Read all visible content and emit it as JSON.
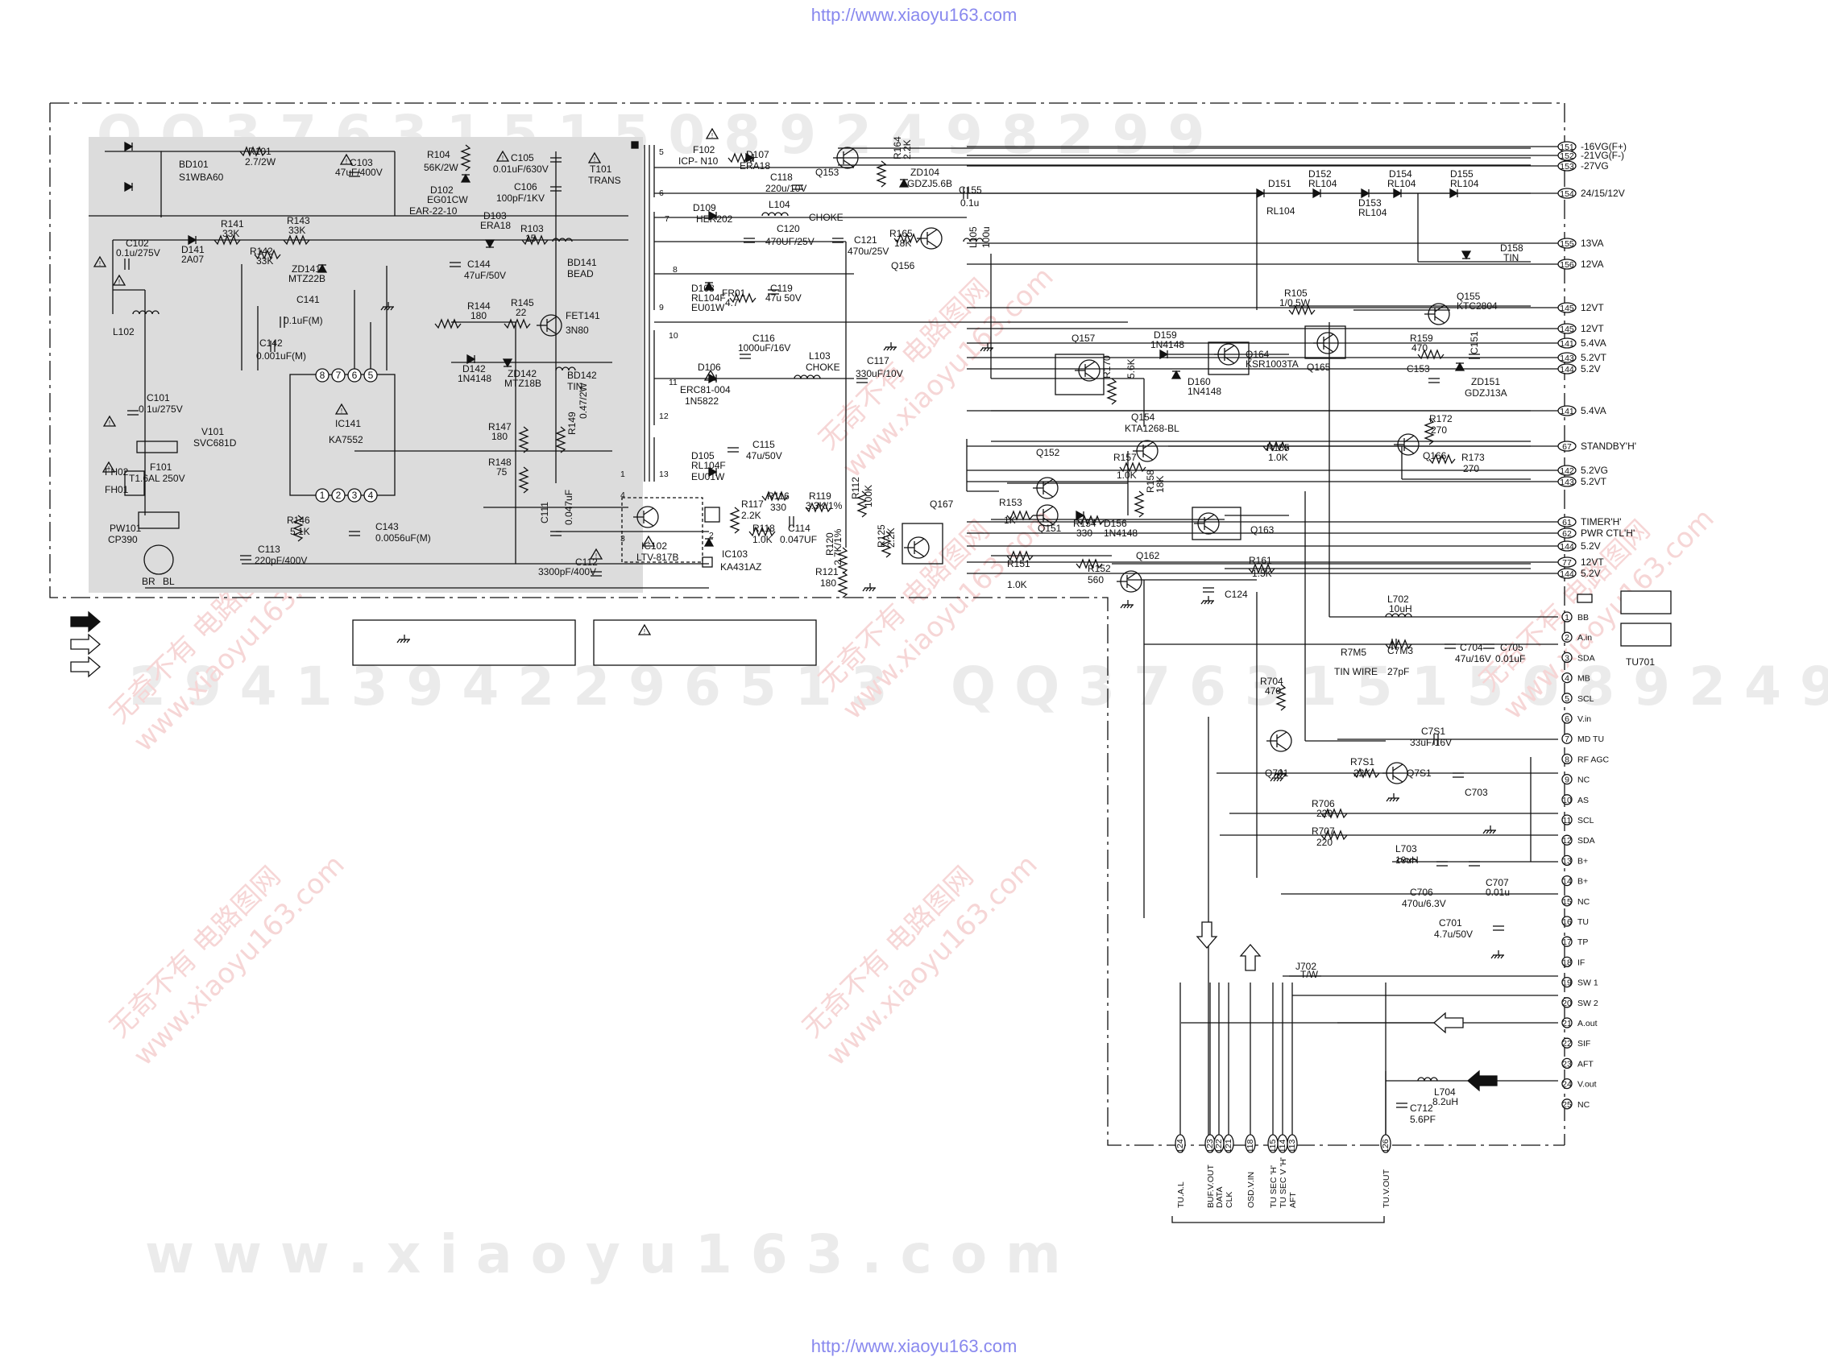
{
  "header_url": "http://www.xiaoyu163.com",
  "footer_url": "http://www.xiaoyu163.com",
  "watermarks": {
    "number_top": "Q Q  3 7 6 3 1 5 1 5 0     8 9 2 4 9 8 2 9 9",
    "number_mid": "2 9 4 1 3 9 4 2 2 9 6 5 1 3",
    "site_bottom": "w w w . x i a o y u 1 6 3 . c o m",
    "stamp_1": "无奇不有 电路图网",
    "stamp_2": "www.xiaoyu163.com"
  },
  "tuner": {
    "name": "TU701"
  },
  "power_components": [
    {
      "id": "bd101",
      "text": "BD101"
    },
    {
      "id": "bd101v",
      "text": "S1WBA60"
    },
    {
      "id": "r101",
      "text": "R101"
    },
    {
      "id": "r101v",
      "text": "2.7/2W"
    },
    {
      "id": "c103",
      "text": "C103"
    },
    {
      "id": "c103v",
      "text": "47uF/400V"
    },
    {
      "id": "r104",
      "text": "R104"
    },
    {
      "id": "r104v",
      "text": "56K/2W"
    },
    {
      "id": "c105",
      "text": "C105"
    },
    {
      "id": "c105v",
      "text": "0.01uF/630V"
    },
    {
      "id": "d102",
      "text": "D102"
    },
    {
      "id": "d102v",
      "text": "EG01CW"
    },
    {
      "id": "c106",
      "text": "C106"
    },
    {
      "id": "c106v",
      "text": "100pF/1KV"
    },
    {
      "id": "ear",
      "text": "EAR-22-10"
    },
    {
      "id": "t101",
      "text": "T101"
    },
    {
      "id": "t101v",
      "text": "TRANS"
    },
    {
      "id": "r141",
      "text": "R141"
    },
    {
      "id": "r141v",
      "text": "33K"
    },
    {
      "id": "r143",
      "text": "R143"
    },
    {
      "id": "r143v",
      "text": "33K"
    },
    {
      "id": "d103",
      "text": "D103"
    },
    {
      "id": "d103v",
      "text": "ERA18"
    },
    {
      "id": "r103",
      "text": "R103"
    },
    {
      "id": "r103v",
      "text": "15"
    },
    {
      "id": "c102",
      "text": "C102"
    },
    {
      "id": "c102v",
      "text": "0.1u/275V"
    },
    {
      "id": "d141",
      "text": "D141"
    },
    {
      "id": "d141v",
      "text": "2A07"
    },
    {
      "id": "r142",
      "text": "R142"
    },
    {
      "id": "r142v",
      "text": "33K"
    },
    {
      "id": "zd141",
      "text": "ZD141"
    },
    {
      "id": "zd141v",
      "text": "MTZ22B"
    },
    {
      "id": "c144",
      "text": "C144"
    },
    {
      "id": "c144v",
      "text": "47uF/50V"
    },
    {
      "id": "bd141",
      "text": "BD141"
    },
    {
      "id": "bd141v",
      "text": "BEAD"
    },
    {
      "id": "c141",
      "text": "C141"
    },
    {
      "id": "c141v",
      "text": "0.1uF(M)"
    },
    {
      "id": "r144",
      "text": "R144"
    },
    {
      "id": "r144v",
      "text": "180"
    },
    {
      "id": "r145",
      "text": "R145"
    },
    {
      "id": "r145v",
      "text": "22"
    },
    {
      "id": "fet141",
      "text": "FET141"
    },
    {
      "id": "fet141v",
      "text": "3N80"
    },
    {
      "id": "c142",
      "text": "C142"
    },
    {
      "id": "c142v",
      "text": "0.001uF(M)"
    },
    {
      "id": "l102",
      "text": "L102"
    },
    {
      "id": "d142",
      "text": "D142"
    },
    {
      "id": "d142v",
      "text": "1N4148"
    },
    {
      "id": "zd142",
      "text": "ZD142"
    },
    {
      "id": "zd142v",
      "text": "MTZ18B"
    },
    {
      "id": "bd142",
      "text": "BD142"
    },
    {
      "id": "bd142v",
      "text": "TIN"
    },
    {
      "id": "ic141",
      "text": "IC141"
    },
    {
      "id": "ic141v",
      "text": "KA7552"
    },
    {
      "id": "c101",
      "text": "C101"
    },
    {
      "id": "c101v",
      "text": "0.1u/275V"
    },
    {
      "id": "v101",
      "text": "V101"
    },
    {
      "id": "v101v",
      "text": "SVC681D"
    },
    {
      "id": "r147",
      "text": "R147"
    },
    {
      "id": "r147v",
      "text": "180"
    },
    {
      "id": "r149",
      "text": "R149"
    },
    {
      "id": "r149v",
      "text": "0.47/2W"
    },
    {
      "id": "f101",
      "text": "F101"
    },
    {
      "id": "f101v",
      "text": "T1.6AL  250V"
    },
    {
      "id": "fh02",
      "text": "FH02"
    },
    {
      "id": "fh01",
      "text": "FH01"
    },
    {
      "id": "r148",
      "text": "R148"
    },
    {
      "id": "r148v",
      "text": "75"
    },
    {
      "id": "r146",
      "text": "R146"
    },
    {
      "id": "r146v",
      "text": "5.1K"
    },
    {
      "id": "c143",
      "text": "C143"
    },
    {
      "id": "c143v",
      "text": "0.0056uF(M)"
    },
    {
      "id": "c111",
      "text": "C111"
    },
    {
      "id": "c111v",
      "text": "0.047uF"
    },
    {
      "id": "pw101",
      "text": "PW101"
    },
    {
      "id": "pw101v",
      "text": "CP390"
    },
    {
      "id": "c113",
      "text": "C113"
    },
    {
      "id": "c113v",
      "text": "220pF/400V"
    },
    {
      "id": "c112",
      "text": "C112"
    },
    {
      "id": "c112v",
      "text": "3300pF/400V"
    },
    {
      "id": "ic102",
      "text": "IC102"
    },
    {
      "id": "ic102v",
      "text": "LTV-817B"
    },
    {
      "id": "br",
      "text": "BR"
    },
    {
      "id": "bl",
      "text": "BL"
    }
  ],
  "ic141_pins": [
    "8",
    "7",
    "6",
    "5",
    "1",
    "2",
    "3",
    "4"
  ],
  "secondary_components": [
    {
      "id": "f102",
      "text": "F102"
    },
    {
      "id": "f102v",
      "text": "ICP- N10"
    },
    {
      "id": "d107",
      "text": "D107"
    },
    {
      "id": "d107v",
      "text": "ERA18"
    },
    {
      "id": "q153",
      "text": "Q153"
    },
    {
      "id": "r164",
      "text": "R164"
    },
    {
      "id": "r164v",
      "text": "2.2K"
    },
    {
      "id": "c118",
      "text": "C118"
    },
    {
      "id": "c118v",
      "text": "220u/10V"
    },
    {
      "id": "zd104",
      "text": "ZD104"
    },
    {
      "id": "zd104v",
      "text": "GDZJ5.6B"
    },
    {
      "id": "c155",
      "text": "C155"
    },
    {
      "id": "c155v",
      "text": "0.1u"
    },
    {
      "id": "d109",
      "text": "D109"
    },
    {
      "id": "d109v",
      "text": "HER202"
    },
    {
      "id": "l104",
      "text": "L104"
    },
    {
      "id": "l104v",
      "text": "CHOKE"
    },
    {
      "id": "c120",
      "text": "C120"
    },
    {
      "id": "c120v",
      "text": "470UF/25V"
    },
    {
      "id": "c121",
      "text": "C121"
    },
    {
      "id": "c121v",
      "text": "470u/25V"
    },
    {
      "id": "r165",
      "text": "R165"
    },
    {
      "id": "r165v",
      "text": "18K"
    },
    {
      "id": "q156",
      "text": "Q156"
    },
    {
      "id": "l105",
      "text": "L105"
    },
    {
      "id": "l105v",
      "text": "100u"
    },
    {
      "id": "d108",
      "text": "D108"
    },
    {
      "id": "d108v",
      "text": "RL104F"
    },
    {
      "id": "eu01",
      "text": "EU01W"
    },
    {
      "id": "fr01",
      "text": "FR01"
    },
    {
      "id": "fr01v",
      "text": "4.7"
    },
    {
      "id": "c119",
      "text": "C119"
    },
    {
      "id": "c119v",
      "text": "47u  50V"
    },
    {
      "id": "d106",
      "text": "D106"
    },
    {
      "id": "c116",
      "text": "C116"
    },
    {
      "id": "c116v",
      "text": "1000uF/16V"
    },
    {
      "id": "l103",
      "text": "L103"
    },
    {
      "id": "l103v",
      "text": "CHOKE"
    },
    {
      "id": "c117",
      "text": "C117"
    },
    {
      "id": "c117v",
      "text": "330uF/10V"
    },
    {
      "id": "erc",
      "text": "ERC81-004"
    },
    {
      "id": "erc2",
      "text": "1N5822"
    },
    {
      "id": "d105",
      "text": "D105"
    },
    {
      "id": "d105v",
      "text": "RL104F"
    },
    {
      "id": "eu01b",
      "text": "EU01W"
    },
    {
      "id": "c115",
      "text": "C115"
    },
    {
      "id": "c115v",
      "text": "47u/50V"
    },
    {
      "id": "r116",
      "text": "R116"
    },
    {
      "id": "r116v",
      "text": "330"
    },
    {
      "id": "r117",
      "text": "R117"
    },
    {
      "id": "r117v",
      "text": "2.2K"
    },
    {
      "id": "r119",
      "text": "R119"
    },
    {
      "id": "r119v",
      "text": "3.3K/1%"
    },
    {
      "id": "r112",
      "text": "R112"
    },
    {
      "id": "r112v",
      "text": "100K"
    },
    {
      "id": "r118",
      "text": "R118"
    },
    {
      "id": "r118v",
      "text": "1.0K"
    },
    {
      "id": "c114",
      "text": "C114"
    },
    {
      "id": "c114v",
      "text": "0.047UF"
    },
    {
      "id": "ic103",
      "text": "IC103"
    },
    {
      "id": "ic103v",
      "text": "KA431AZ"
    },
    {
      "id": "r120",
      "text": "R120"
    },
    {
      "id": "r120v",
      "text": "2.7K/1%"
    },
    {
      "id": "r121",
      "text": "R121"
    },
    {
      "id": "r121v",
      "text": "180"
    },
    {
      "id": "r125",
      "text": "R125"
    },
    {
      "id": "r125v",
      "text": "2.2K"
    },
    {
      "id": "q167",
      "text": "Q167"
    },
    {
      "id": "q157",
      "text": "Q157"
    },
    {
      "id": "d159",
      "text": "D159"
    },
    {
      "id": "d159v",
      "text": "1N4148"
    },
    {
      "id": "q164",
      "text": "Q164"
    },
    {
      "id": "q164v",
      "text": "KSR1003TA"
    },
    {
      "id": "q165",
      "text": "Q165"
    },
    {
      "id": "r170",
      "text": "R170"
    },
    {
      "id": "r170v",
      "text": "5.6K"
    },
    {
      "id": "d160",
      "text": "D160"
    },
    {
      "id": "d160v",
      "text": "1N4148"
    },
    {
      "id": "d151",
      "text": "D151"
    },
    {
      "id": "d151v",
      "text": "RL104"
    },
    {
      "id": "d152",
      "text": "D152"
    },
    {
      "id": "d152v",
      "text": "RL104"
    },
    {
      "id": "d153",
      "text": "D153"
    },
    {
      "id": "d153v",
      "text": "RL104"
    },
    {
      "id": "d154",
      "text": "D154"
    },
    {
      "id": "d154v",
      "text": "RL104"
    },
    {
      "id": "d155",
      "text": "D155"
    },
    {
      "id": "d155v",
      "text": "RL104"
    },
    {
      "id": "d158",
      "text": "D158"
    },
    {
      "id": "d158v",
      "text": "TIN"
    },
    {
      "id": "r105",
      "text": "R105"
    },
    {
      "id": "r105v",
      "text": "1/0.5W"
    },
    {
      "id": "q155",
      "text": "Q155"
    },
    {
      "id": "q155v",
      "text": "KTC2804"
    },
    {
      "id": "r159",
      "text": "R159"
    },
    {
      "id": "r159v",
      "text": "470"
    },
    {
      "id": "c151",
      "text": "C151"
    },
    {
      "id": "c153",
      "text": "C153"
    },
    {
      "id": "zd151",
      "text": "ZD151"
    },
    {
      "id": "zd151v",
      "text": "GDZJ13A"
    },
    {
      "id": "q154",
      "text": "Q154"
    },
    {
      "id": "q154v",
      "text": "KTA1268-BL"
    },
    {
      "id": "q152",
      "text": "Q152"
    },
    {
      "id": "r157",
      "text": "R157"
    },
    {
      "id": "r157v",
      "text": "1.0K"
    },
    {
      "id": "r158",
      "text": "R158"
    },
    {
      "id": "r158v",
      "text": "18K"
    },
    {
      "id": "r155",
      "text": "R155"
    },
    {
      "id": "r155v",
      "text": "1.0K"
    },
    {
      "id": "r172",
      "text": "R172"
    },
    {
      "id": "r172v",
      "text": "270"
    },
    {
      "id": "q166",
      "text": "Q166"
    },
    {
      "id": "r173",
      "text": "R173"
    },
    {
      "id": "r173v",
      "text": "270"
    },
    {
      "id": "r153",
      "text": "R153"
    },
    {
      "id": "r153v",
      "text": "1K"
    },
    {
      "id": "q151",
      "text": "Q151"
    },
    {
      "id": "r154",
      "text": "R154"
    },
    {
      "id": "r154v",
      "text": "330"
    },
    {
      "id": "d156",
      "text": "D156"
    },
    {
      "id": "d156v",
      "text": "1N4148"
    },
    {
      "id": "q163",
      "text": "Q163"
    },
    {
      "id": "r151",
      "text": "R151"
    },
    {
      "id": "r151v",
      "text": "1.0K"
    },
    {
      "id": "r152",
      "text": "R152"
    },
    {
      "id": "r152v",
      "text": "560"
    },
    {
      "id": "q162",
      "text": "Q162"
    },
    {
      "id": "r161",
      "text": "R161"
    },
    {
      "id": "r161v",
      "text": "1.5K"
    },
    {
      "id": "c124",
      "text": "C124"
    }
  ],
  "power_outputs": [
    {
      "num": "151",
      "label": "-16VG(F+)"
    },
    {
      "num": "152",
      "label": "-21VG(F-)"
    },
    {
      "num": "153",
      "label": "-27VG"
    },
    {
      "num": "154",
      "label": "24/15/12V"
    },
    {
      "num": "155",
      "label": "13VA"
    },
    {
      "num": "156",
      "label": "12VA"
    },
    {
      "num": "145",
      "label": "12VT"
    },
    {
      "num": "145",
      "label": "12VT"
    },
    {
      "num": "141",
      "label": "5.4VA"
    },
    {
      "num": "143",
      "label": "5.2VT"
    },
    {
      "num": "144",
      "label": "5.2V"
    },
    {
      "num": "141",
      "label": "5.4VA"
    },
    {
      "num": "67",
      "label": "STANDBY'H'"
    },
    {
      "num": "142",
      "label": "5.2VG"
    },
    {
      "num": "143",
      "label": "5.2VT"
    },
    {
      "num": "61",
      "label": "TIMER'H'"
    },
    {
      "num": "62",
      "label": "PWR CTL'H'"
    },
    {
      "num": "144",
      "label": "5.2V"
    },
    {
      "num": "77",
      "label": "12VT"
    },
    {
      "num": "144",
      "label": "5.2V"
    }
  ],
  "tuner_pins": [
    {
      "num": "1",
      "label": "BB"
    },
    {
      "num": "2",
      "label": "A.in"
    },
    {
      "num": "3",
      "label": "SDA"
    },
    {
      "num": "4",
      "label": "MB"
    },
    {
      "num": "5",
      "label": "SCL"
    },
    {
      "num": "6",
      "label": "V.in"
    },
    {
      "num": "7",
      "label": "MD TU"
    },
    {
      "num": "8",
      "label": "RF AGC"
    },
    {
      "num": "9",
      "label": "NC"
    },
    {
      "num": "10",
      "label": "AS"
    },
    {
      "num": "11",
      "label": "SCL"
    },
    {
      "num": "12",
      "label": "SDA"
    },
    {
      "num": "13",
      "label": "B+"
    },
    {
      "num": "14",
      "label": "B+"
    },
    {
      "num": "15",
      "label": "NC"
    },
    {
      "num": "16",
      "label": "TU"
    },
    {
      "num": "17",
      "label": "TP"
    },
    {
      "num": "18",
      "label": "IF"
    },
    {
      "num": "19",
      "label": "SW 1"
    },
    {
      "num": "20",
      "label": "SW 2"
    },
    {
      "num": "21",
      "label": "A.out"
    },
    {
      "num": "22",
      "label": "SIF"
    },
    {
      "num": "23",
      "label": "AFT"
    },
    {
      "num": "24",
      "label": "V.out"
    },
    {
      "num": "25",
      "label": "NC"
    }
  ],
  "tuner_components": [
    {
      "id": "l702",
      "text": "L702"
    },
    {
      "id": "l702v",
      "text": "10uH"
    },
    {
      "id": "r7m5",
      "text": "R7M5"
    },
    {
      "id": "r7m5v",
      "text": "TIN  WIRE"
    },
    {
      "id": "c7m3",
      "text": "C7M3"
    },
    {
      "id": "c7m3v",
      "text": "27pF"
    },
    {
      "id": "c704",
      "text": "C704"
    },
    {
      "id": "c704v",
      "text": "47u/16V"
    },
    {
      "id": "c705",
      "text": "C705"
    },
    {
      "id": "c705v",
      "text": "0.01uF"
    },
    {
      "id": "r704",
      "text": "R704"
    },
    {
      "id": "r704v",
      "text": "470"
    },
    {
      "id": "c7s1",
      "text": "C7S1"
    },
    {
      "id": "c7s1v",
      "text": "33uF/16V"
    },
    {
      "id": "r7s1",
      "text": "R7S1"
    },
    {
      "id": "r7s1v",
      "text": "22K"
    },
    {
      "id": "q7s1",
      "text": "Q7S1"
    },
    {
      "id": "q701",
      "text": "Q701"
    },
    {
      "id": "c703",
      "text": "C703"
    },
    {
      "id": "r706",
      "text": "R706"
    },
    {
      "id": "r706v",
      "text": "220"
    },
    {
      "id": "r707",
      "text": "R707"
    },
    {
      "id": "r707v",
      "text": "220"
    },
    {
      "id": "l703",
      "text": "L703"
    },
    {
      "id": "l703v",
      "text": "10uH"
    },
    {
      "id": "c707",
      "text": "C707"
    },
    {
      "id": "c707v",
      "text": "0.01u"
    },
    {
      "id": "c706",
      "text": "C706"
    },
    {
      "id": "c706v",
      "text": "470u/6.3V"
    },
    {
      "id": "c701",
      "text": "C701"
    },
    {
      "id": "c701v",
      "text": "4.7u/50V"
    },
    {
      "id": "j702",
      "text": "J702"
    },
    {
      "id": "j702v",
      "text": "T/W"
    },
    {
      "id": "l704",
      "text": "L704"
    },
    {
      "id": "l704v",
      "text": "8.2uH"
    },
    {
      "id": "c712",
      "text": "C712"
    },
    {
      "id": "c712v",
      "text": "5.6PF"
    }
  ],
  "bottom_connectors": [
    {
      "num": "124",
      "label": "TU.A.L"
    },
    {
      "num": "123",
      "label": "BUF.V.OUT"
    },
    {
      "num": "122",
      "label": "DATA"
    },
    {
      "num": "121",
      "label": "CLK"
    },
    {
      "num": "118",
      "label": "OSD.V.IN"
    },
    {
      "num": "115",
      "label": "TU SEC 'H'"
    },
    {
      "num": "114",
      "label": "TU SEC V 'H'"
    },
    {
      "num": "113",
      "label": "AFT"
    },
    {
      "num": "126",
      "label": "TU.V.OUT"
    }
  ],
  "transformer_pins": [
    "5",
    "6",
    "7",
    "8",
    "9",
    "10",
    "11",
    "12",
    "13",
    "4",
    "3",
    "2",
    "1"
  ],
  "colors": {
    "hot_area": "#dcdcdc",
    "ink": "#111111",
    "link": "#8888ee"
  }
}
